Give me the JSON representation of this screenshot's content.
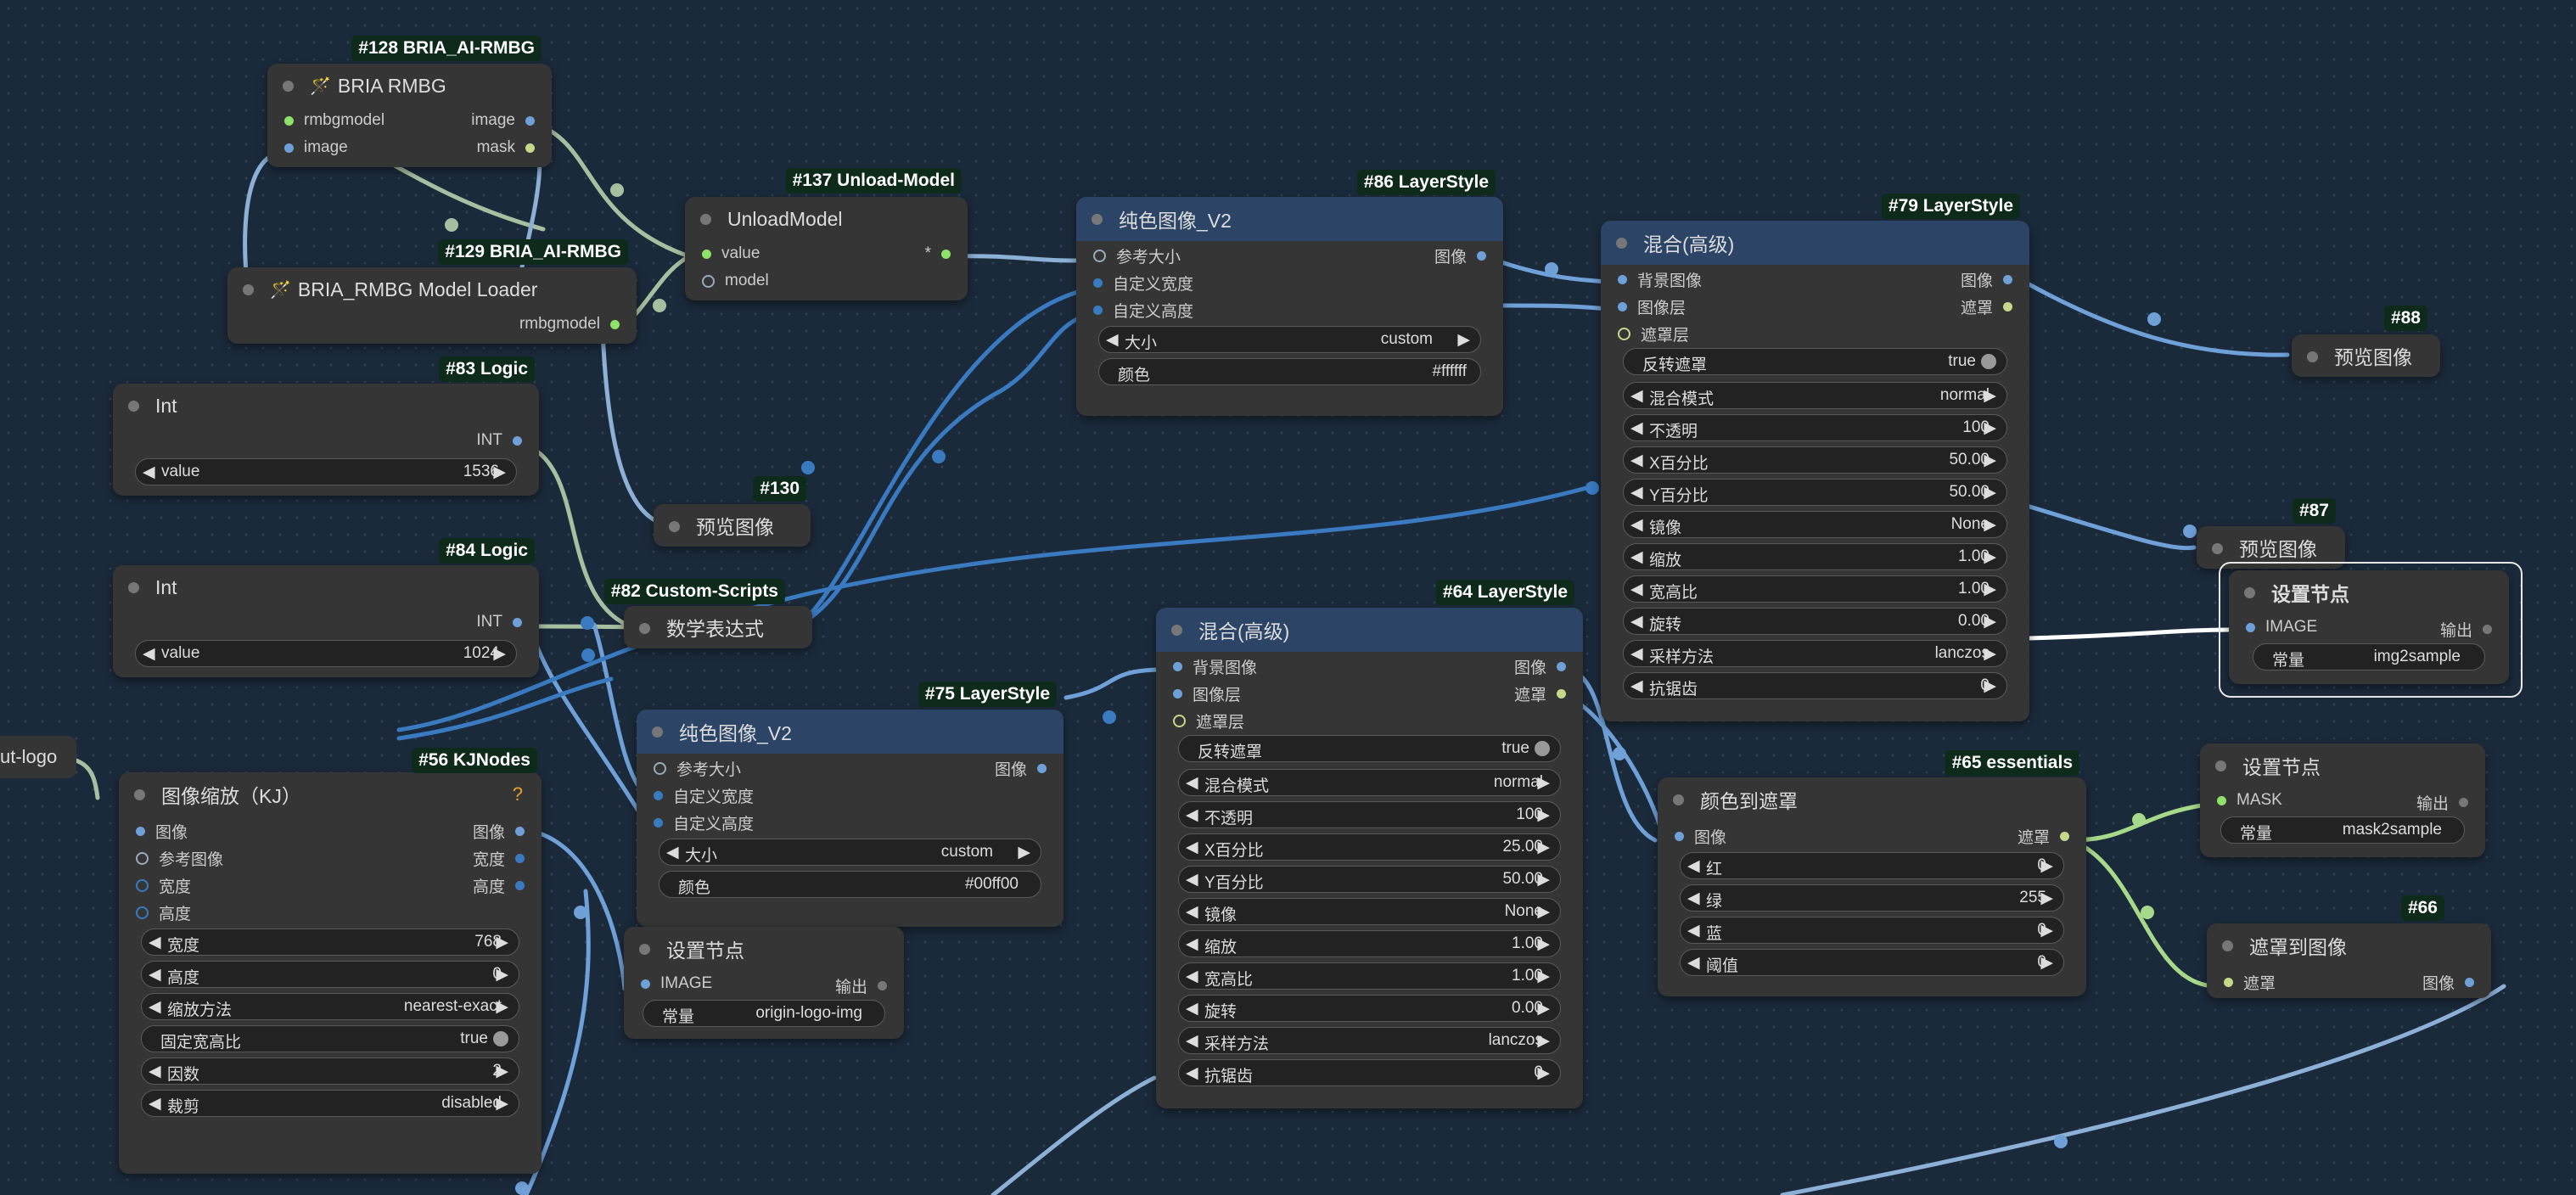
{
  "edge_text": {
    "out_logo": "ut-logo"
  },
  "tags": {
    "n128": "#128 BRIA_AI-RMBG",
    "n137": "#137 Unload-Model",
    "n86": "#86 LayerStyle",
    "n79": "#79 LayerStyle",
    "n88": "#88",
    "n129": "#129 BRIA_AI-RMBG",
    "n83": "#83 Logic",
    "n130": "#130",
    "n87": "#87",
    "n84": "#84 Logic",
    "n82": "#82 Custom-Scripts",
    "n64": "#64 LayerStyle",
    "n75": "#75 LayerStyle",
    "n56": "#56 KJNodes",
    "n65": "#65 essentials",
    "n66": "#66"
  },
  "bria_rmbg": {
    "title": "BRIA RMBG",
    "in1": "rmbgmodel",
    "in2": "image",
    "out1": "image",
    "out2": "mask"
  },
  "bria_loader": {
    "title": "BRIA_RMBG Model Loader",
    "out1": "rmbgmodel"
  },
  "unload": {
    "title": "UnloadModel",
    "in1": "value",
    "in2": "model",
    "out1": "*"
  },
  "int83": {
    "title": "Int",
    "out": "INT",
    "w_label": "value",
    "w_value": "1536"
  },
  "int84": {
    "title": "Int",
    "out": "INT",
    "w_label": "value",
    "w_value": "1024"
  },
  "preview130": {
    "title": "预览图像"
  },
  "math82": {
    "title": "数学表达式"
  },
  "solid86": {
    "title": "纯色图像_V2",
    "in1": "参考大小",
    "in2": "自定义宽度",
    "in3": "自定义高度",
    "out1": "图像",
    "w1_label": "大小",
    "w1_value": "custom",
    "w2_label": "颜色",
    "w2_value": "#ffffff"
  },
  "blend79": {
    "title": "混合(高级)",
    "in1": "背景图像",
    "in2": "图像层",
    "in3": "遮罩层",
    "out1": "图像",
    "out2": "遮罩",
    "toggle_label": "反转遮罩",
    "toggle_value": "true",
    "widgets": [
      {
        "label": "混合模式",
        "value": "normal"
      },
      {
        "label": "不透明",
        "value": "100"
      },
      {
        "label": "X百分比",
        "value": "50.00"
      },
      {
        "label": "Y百分比",
        "value": "50.00"
      },
      {
        "label": "镜像",
        "value": "None"
      },
      {
        "label": "缩放",
        "value": "1.00"
      },
      {
        "label": "宽高比",
        "value": "1.00"
      },
      {
        "label": "旋转",
        "value": "0.00"
      },
      {
        "label": "采样方法",
        "value": "lanczos"
      },
      {
        "label": "抗锯齿",
        "value": "0"
      }
    ]
  },
  "preview88": {
    "title": "预览图像"
  },
  "preview87": {
    "title": "预览图像"
  },
  "setnode1": {
    "title": "设置节点",
    "in1": "IMAGE",
    "out1": "输出",
    "w_label": "常量",
    "w_value": "img2sample"
  },
  "blend64": {
    "title": "混合(高级)",
    "in1": "背景图像",
    "in2": "图像层",
    "in3": "遮罩层",
    "out1": "图像",
    "out2": "遮罩",
    "toggle_label": "反转遮罩",
    "toggle_value": "true",
    "widgets": [
      {
        "label": "混合模式",
        "value": "normal"
      },
      {
        "label": "不透明",
        "value": "100"
      },
      {
        "label": "X百分比",
        "value": "25.00"
      },
      {
        "label": "Y百分比",
        "value": "50.00"
      },
      {
        "label": "镜像",
        "value": "None"
      },
      {
        "label": "缩放",
        "value": "1.00"
      },
      {
        "label": "宽高比",
        "value": "1.00"
      },
      {
        "label": "旋转",
        "value": "0.00"
      },
      {
        "label": "采样方法",
        "value": "lanczos"
      },
      {
        "label": "抗锯齿",
        "value": "0"
      }
    ]
  },
  "solid75": {
    "title": "纯色图像_V2",
    "in1": "参考大小",
    "in2": "自定义宽度",
    "in3": "自定义高度",
    "out1": "图像",
    "w1_label": "大小",
    "w1_value": "custom",
    "w2_label": "颜色",
    "w2_value": "#00ff00"
  },
  "resize56": {
    "title": "图像缩放（KJ）",
    "help": "?",
    "in1": "图像",
    "in2": "参考图像",
    "in3": "宽度",
    "in4": "高度",
    "out1": "图像",
    "out2": "宽度",
    "out3": "高度",
    "widgets": [
      {
        "label": "宽度",
        "value": "768"
      },
      {
        "label": "高度",
        "value": "0"
      },
      {
        "label": "缩放方法",
        "value": "nearest-exact"
      }
    ],
    "toggle_label": "固定宽高比",
    "toggle_value": "true",
    "widgets2": [
      {
        "label": "因数",
        "value": "2"
      },
      {
        "label": "裁剪",
        "value": "disabled"
      }
    ]
  },
  "setnode2": {
    "title": "设置节点",
    "in1": "IMAGE",
    "out1": "输出",
    "w_label": "常量",
    "w_value": "origin-logo-img"
  },
  "mask65": {
    "title": "颜色到遮罩",
    "in1": "图像",
    "out1": "遮罩",
    "widgets": [
      {
        "label": "红",
        "value": "0"
      },
      {
        "label": "绿",
        "value": "255"
      },
      {
        "label": "蓝",
        "value": "0"
      },
      {
        "label": "阈值",
        "value": "0"
      }
    ]
  },
  "setnode3": {
    "title": "设置节点",
    "in1": "MASK",
    "out1": "输出",
    "w_label": "常量",
    "w_value": "mask2sample"
  },
  "mask66": {
    "title": "遮罩到图像",
    "in1": "遮罩",
    "out1": "图像"
  }
}
